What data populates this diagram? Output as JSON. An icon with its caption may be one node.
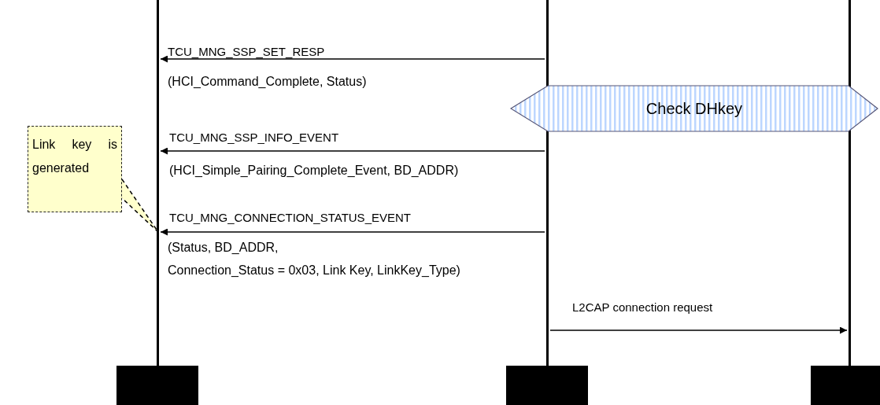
{
  "diagram": {
    "nodes": [
      {
        "text": [],
        "shape": "bar"
      },
      {
        "text": [],
        "shape": "bar"
      },
      {
        "text": [],
        "shape": "bar"
      },
      {
        "text": [
          "Check DHkey"
        ]
      },
      {
        "text": [
          "Link key is generated"
        ]
      },
      {
        "text": [],
        "shape": "box"
      },
      {
        "text": [],
        "shape": "box"
      },
      {
        "text": [],
        "shape": "box"
      }
    ],
    "edges": [
      {
        "from": 1,
        "to": 0,
        "arrow": "to",
        "label": "TCU_MNG_SSP_SET_RESP"
      },
      {
        "from": 1,
        "to": 0,
        "arrow": "to",
        "label": "TCU_MNG_SSP_INFO_EVENT"
      },
      {
        "from": 1,
        "to": 0,
        "arrow": "to",
        "label": "TCU_MNG_CONNECTION_STATUS_EVENT"
      },
      {
        "from": 1,
        "to": 2,
        "arrow": "to",
        "label": "L2CAP connection request"
      },
      {
        "from": 4,
        "to": null,
        "arrow": "to",
        "style": "dashed"
      }
    ],
    "labels": [
      "(HCI_Command_Complete, Status)",
      "(HCI_Simple_Pairing_Complete_Event, BD_ADDR)",
      "(Status, BD_ADDR,",
      "Connection_Status = 0x03, Link Key, LinkKey_Type)"
    ]
  }
}
